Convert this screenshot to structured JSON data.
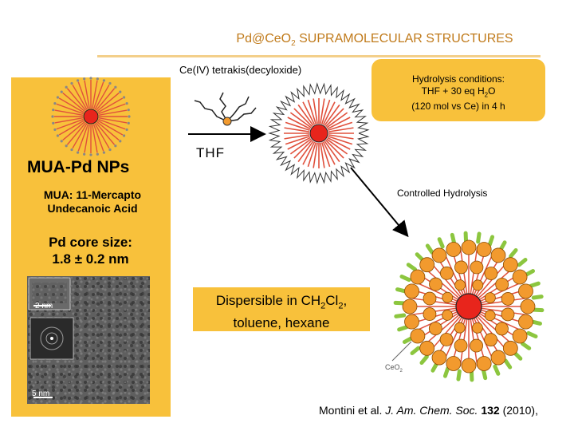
{
  "title": {
    "main": "Pd@CeO",
    "sub": "2",
    "rest": " SUPRAMOLECULAR STRUCTURES"
  },
  "left_panel": {
    "heading": "MUA-Pd NPs",
    "definition_line1": "MUA: 11-Mercapto",
    "definition_line2": "Undecanoic Acid",
    "core_line1": "Pd core size:",
    "core_line2": "1.8 ± 0.2 nm",
    "scale_small": "2 nm",
    "scale_large": "5 nm"
  },
  "precursor_label": "Ce(IV) tetrakis(decyloxide)",
  "solvent_label": "THF",
  "hydrolysis": {
    "line1": "Hydrolysis conditions:",
    "line2_a": "THF + 30 eq H",
    "line2_sub": "2",
    "line2_b": "O",
    "line3": "(120 mol vs Ce) in 4 h"
  },
  "controlled_label": "Controlled Hydrolysis",
  "dispersible": {
    "line1_a": "Dispersible in CH",
    "line1_sub1": "2",
    "line1_b": "Cl",
    "line1_sub2": "2",
    "line1_c": ",",
    "line2": "toluene, hexane"
  },
  "ceo2_label": "CeO",
  "ceo2_sub": "2",
  "citation": {
    "authors": "Montini et al. ",
    "journal": "J. Am. Chem. Soc.",
    "volume": "132",
    "year": "(2010)",
    "trail": ","
  },
  "colors": {
    "accent": "#f8c13b",
    "title": "#c07a1a",
    "core_red": "#e8251c",
    "ceria_orange": "#f29a2e",
    "ligand_green": "#8cc63f"
  },
  "icons": [
    "mua-pd-nanoparticle-icon",
    "cerium-precursor-icon",
    "arrow-icon",
    "ce-coated-nanoparticle-icon",
    "ceo2-supramolecular-structure-icon"
  ]
}
